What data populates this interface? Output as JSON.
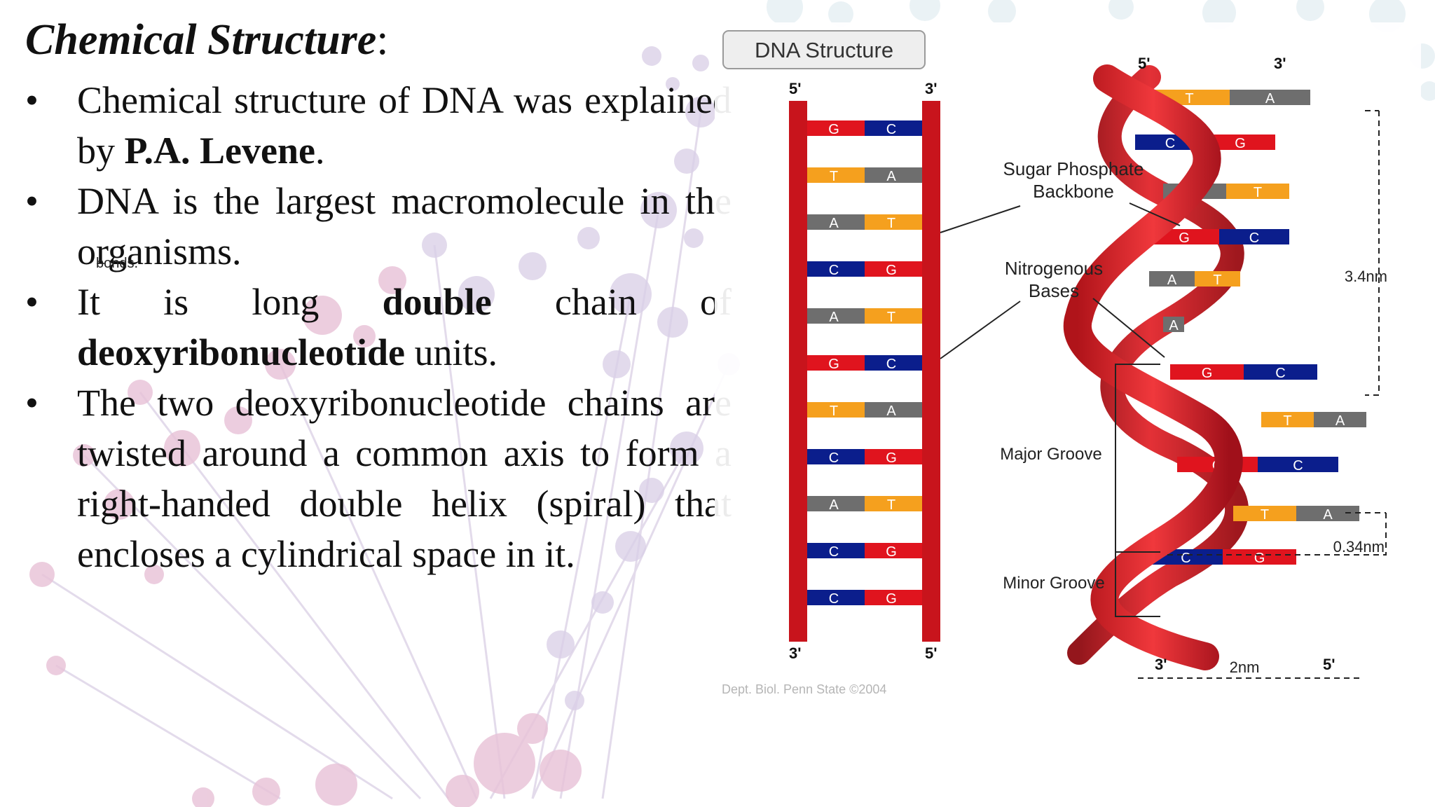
{
  "slide": {
    "title": "Chemical Structure",
    "title_colon": ":",
    "stray_text": "bonds.",
    "bullet_char": "•",
    "bullets": [
      {
        "pre": "Chemical structure of DNA was explained by ",
        "bold": "P.A. Levene",
        "post": "."
      },
      {
        "text": "DNA is the largest macromolecule in the organisms."
      },
      {
        "pre": "It is long ",
        "bold": "double",
        "mid": " chain of ",
        "bold2": "deoxyribonucleotide",
        "post": " units."
      },
      {
        "text": "The two deoxyribonucleotide chains are twisted around a common axis to form a right-handed double helix (spiral) that encloses a cylindrical space in it."
      }
    ]
  },
  "figure": {
    "title_button": "DNA Structure",
    "ladder": {
      "top_left": "5'",
      "top_right": "3'",
      "bottom_left": "3'",
      "bottom_right": "5'",
      "pairs": [
        [
          "G",
          "C"
        ],
        [
          "T",
          "A"
        ],
        [
          "A",
          "T"
        ],
        [
          "C",
          "G"
        ],
        [
          "A",
          "T"
        ],
        [
          "G",
          "C"
        ],
        [
          "T",
          "A"
        ],
        [
          "C",
          "G"
        ],
        [
          "A",
          "T"
        ],
        [
          "C",
          "G"
        ],
        [
          "C",
          "G"
        ]
      ]
    },
    "labels": {
      "sugar_line1": "Sugar Phosphate",
      "sugar_line2": "Backbone",
      "nitro_line1": "Nitrogenous",
      "nitro_line2": "Bases",
      "major_groove": "Major Groove",
      "minor_groove": "Minor Groove",
      "pitch": "3.4nm",
      "rise": "0.34nm",
      "width": "2nm",
      "helix_top_left": "5'",
      "helix_top_right": "3'",
      "helix_bottom_left": "3'",
      "helix_bottom_right": "5'"
    },
    "helix_pairs": [
      {
        "l": "T",
        "r": "A"
      },
      {
        "l": "C",
        "r": "G"
      },
      {
        "l": "A",
        "r": "T"
      },
      {
        "l": "G",
        "r": "C"
      },
      {
        "l": "A",
        "r": "T"
      },
      {
        "l": "A",
        "r": ""
      },
      {
        "l": "G",
        "r": "C"
      },
      {
        "l": "T",
        "r": "A"
      },
      {
        "l": "G",
        "r": "C"
      },
      {
        "l": "T",
        "r": "A"
      },
      {
        "l": "C",
        "r": "G"
      }
    ],
    "credit": "Dept. Biol. Penn State ©2004",
    "colors": {
      "G": "#e0141e",
      "C": "#0b1e8c",
      "T": "#f5a01e",
      "A": "#6e6e6e",
      "backbone": "#c8141c"
    }
  }
}
